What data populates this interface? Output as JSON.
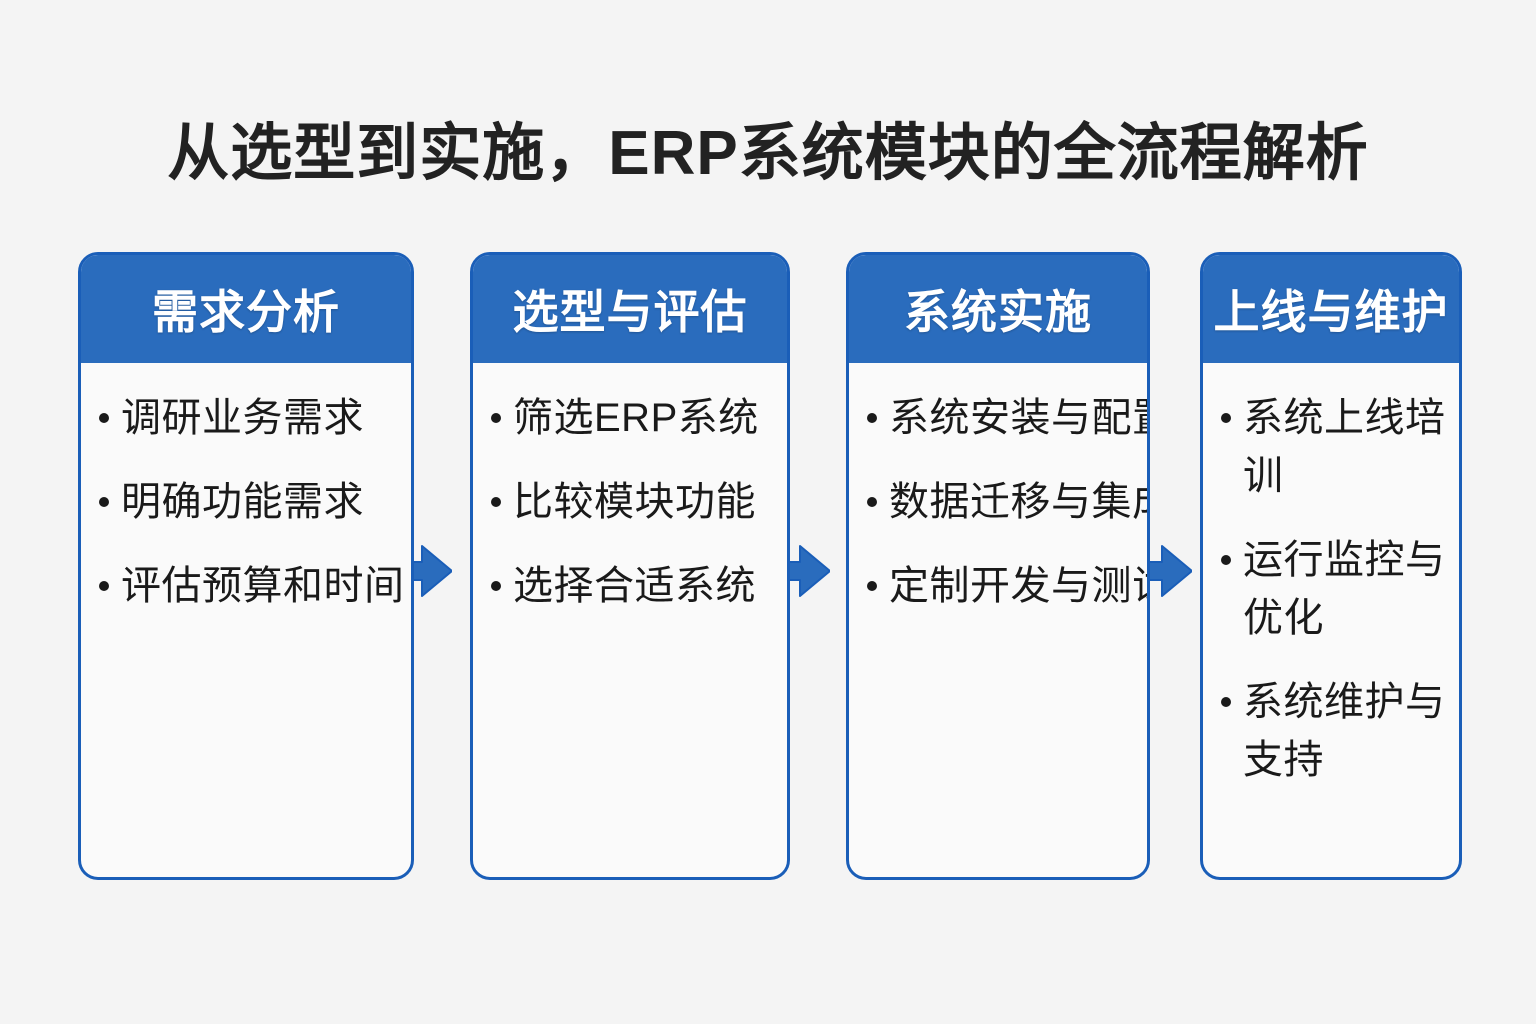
{
  "page": {
    "title": "从选型到实施，ERP系统模块的全流程解析",
    "background_color": "#f4f4f4",
    "accent_color": "#2a6cbd",
    "border_color": "#1a5eb8",
    "title_color": "#222222"
  },
  "stages": [
    {
      "header": "需求分析",
      "bullets": [
        "调研业务需求",
        "明确功能需求",
        "评估预算和时间"
      ]
    },
    {
      "header": "选型与评估",
      "bullets": [
        "筛选ERP系统",
        "比较模块功能",
        "选择合适系统"
      ]
    },
    {
      "header": "系统实施",
      "bullets": [
        "系统安装与配置",
        "数据迁移与集成",
        "定制开发与测试"
      ]
    },
    {
      "header": "上线与维护",
      "bullets": [
        "系统上线培训",
        "运行监控与优化",
        "系统维护与支持"
      ]
    }
  ],
  "arrows": [
    {
      "name": "arrow-stage1-to-stage2",
      "glyph": "right-arrow"
    },
    {
      "name": "arrow-stage2-to-stage3",
      "glyph": "right-arrow"
    },
    {
      "name": "arrow-stage3-to-stage4",
      "glyph": "right-arrow"
    }
  ]
}
